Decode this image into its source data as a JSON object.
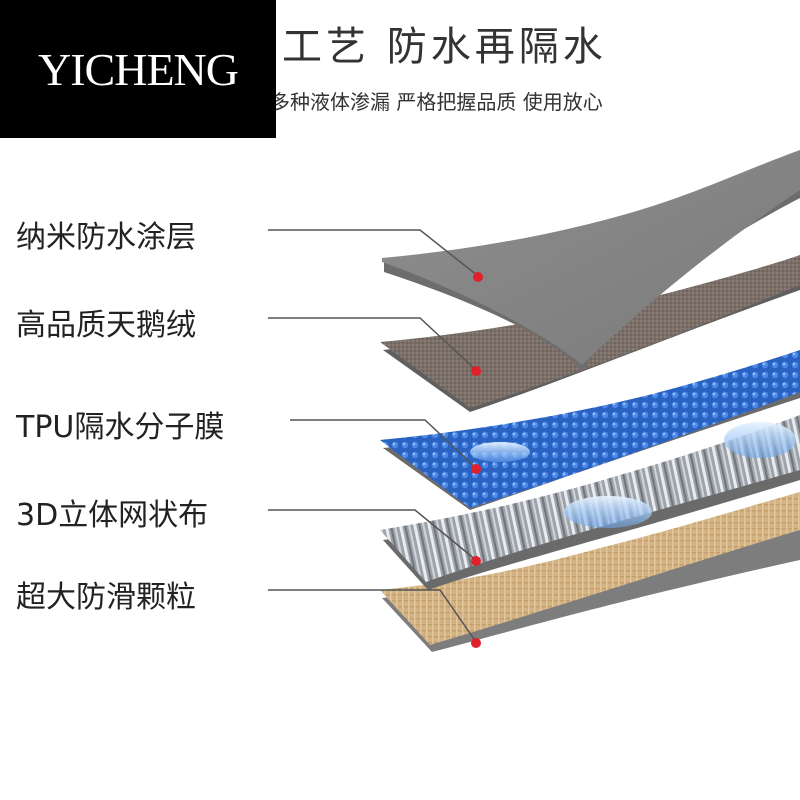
{
  "brand": {
    "name": "YICHENG"
  },
  "header": {
    "title": "工艺  防水再隔水",
    "subtitle": "多种液体渗漏 严格把握品质 使用放心"
  },
  "layers": [
    {
      "label": "纳米防水涂层",
      "material": "gray-coating"
    },
    {
      "label": "高品质天鹅绒",
      "material": "brown-velvet"
    },
    {
      "label": "TPU隔水分子膜",
      "material": "blue-mesh"
    },
    {
      "label": "3D立体网状布",
      "material": "silver-mesh"
    },
    {
      "label": "超大防滑颗粒",
      "material": "beige-linen"
    }
  ],
  "colors": {
    "marker": "#e0202a",
    "leader": "#555555",
    "coating": "#8a8a8a",
    "velvet": "#7b6f68",
    "tpu": "#2f6fd0",
    "mesh": "#a9adb3",
    "linen": "#d7b98a"
  }
}
